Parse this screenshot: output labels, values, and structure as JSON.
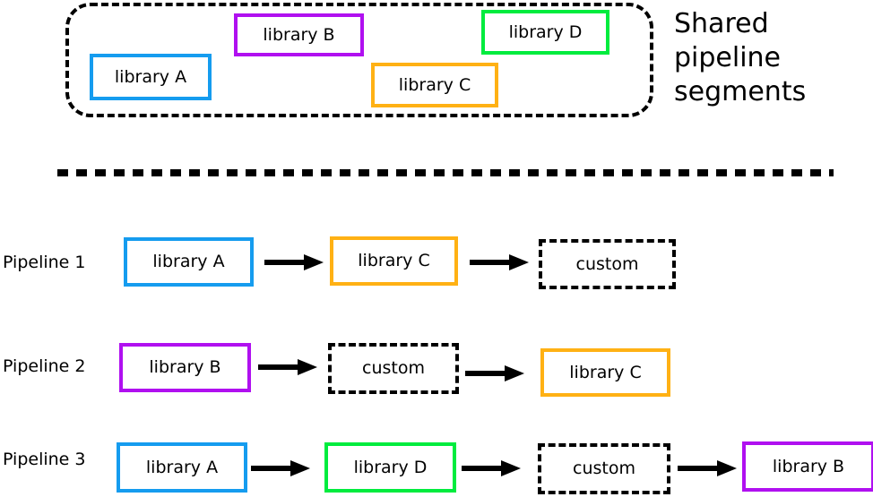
{
  "colors": {
    "library_a": "#159CEF",
    "library_b": "#B010F0",
    "library_c": "#FFB114",
    "library_d": "#00EC3E",
    "custom": "#000000",
    "arrow": "#000000",
    "divider": "#000000",
    "container": "#000000",
    "background": "#ffffff",
    "text": "#000000"
  },
  "shared_section": {
    "caption_lines": [
      "Shared",
      "pipeline",
      "segments"
    ],
    "caption_text": "Shared pipeline segments",
    "boxes": [
      {
        "label": "library A",
        "color_key": "library_a"
      },
      {
        "label": "library B",
        "color_key": "library_b"
      },
      {
        "label": "library C",
        "color_key": "library_c"
      },
      {
        "label": "library D",
        "color_key": "library_d"
      }
    ]
  },
  "pipelines": [
    {
      "label": "Pipeline 1",
      "steps": [
        {
          "label": "library A",
          "type": "library",
          "color_key": "library_a"
        },
        {
          "label": "library C",
          "type": "library",
          "color_key": "library_c"
        },
        {
          "label": "custom",
          "type": "custom",
          "color_key": "custom"
        }
      ]
    },
    {
      "label": "Pipeline 2",
      "steps": [
        {
          "label": "library B",
          "type": "library",
          "color_key": "library_b"
        },
        {
          "label": "custom",
          "type": "custom",
          "color_key": "custom"
        },
        {
          "label": "library C",
          "type": "library",
          "color_key": "library_c"
        }
      ]
    },
    {
      "label": "Pipeline 3",
      "steps": [
        {
          "label": "library A",
          "type": "library",
          "color_key": "library_a"
        },
        {
          "label": "library D",
          "type": "library",
          "color_key": "library_d"
        },
        {
          "label": "custom",
          "type": "custom",
          "color_key": "custom"
        },
        {
          "label": "library B",
          "type": "library",
          "color_key": "library_b"
        }
      ]
    }
  ]
}
